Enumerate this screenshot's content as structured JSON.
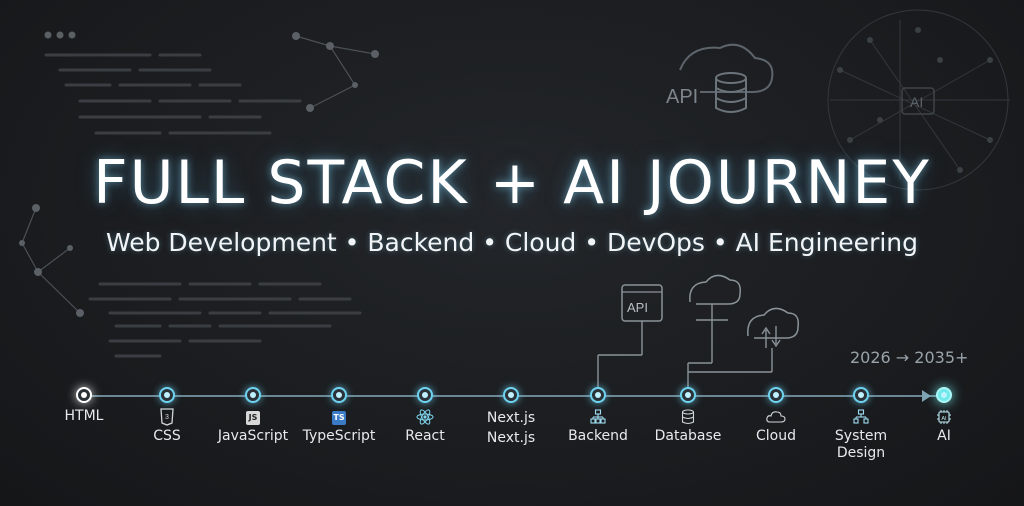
{
  "banner": {
    "title": "FULL STACK + AI JOURNEY",
    "subtitle": "Web Development • Backend • Cloud • DevOps • AI Engineering",
    "years": "2026 → 2035+",
    "decor": {
      "api_label_top": "API",
      "api_label_box": "API",
      "ai_label": "AI"
    }
  },
  "timeline": {
    "stages": [
      {
        "label": "HTML",
        "icon": "none"
      },
      {
        "label": "CSS",
        "icon": "css-icon"
      },
      {
        "label": "JavaScript",
        "icon": "js-badge",
        "badge": "JS"
      },
      {
        "label": "TypeScript",
        "icon": "ts-badge",
        "badge": "TS"
      },
      {
        "label": "React",
        "icon": "react-icon"
      },
      {
        "label": "Next.js",
        "label_top": "Next.js",
        "icon": "text"
      },
      {
        "label": "Backend",
        "icon": "sitemap-icon"
      },
      {
        "label": "Database",
        "icon": "database-icon"
      },
      {
        "label": "Cloud",
        "icon": "cloud-icon"
      },
      {
        "label": "System Design",
        "label_line1": "System",
        "label_line2": "Design",
        "icon": "sitemap-icon"
      },
      {
        "label": "AI",
        "icon": "chip-icon"
      }
    ]
  },
  "colors": {
    "background": "#1b1d20",
    "accent_glow": "#6fd3f0",
    "end_node": "#6fe9ea",
    "line": "#6b8794",
    "muted_text": "#9aa3aa"
  }
}
